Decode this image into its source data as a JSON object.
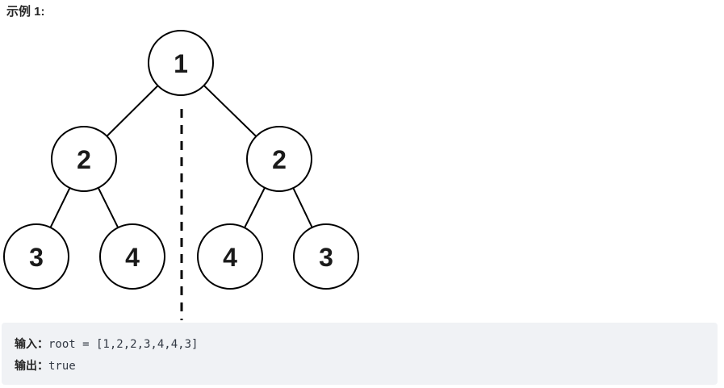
{
  "example": {
    "title": "示例 1:",
    "input_label": "输入：",
    "input_value": "root = [1,2,2,3,4,4,3]",
    "output_label": "输出：",
    "output_value": "true"
  },
  "tree": {
    "description": "symmetric binary tree with dashed vertical symmetry axis",
    "nodes": [
      {
        "id": "root",
        "value": "1"
      },
      {
        "id": "left",
        "value": "2"
      },
      {
        "id": "right",
        "value": "2"
      },
      {
        "id": "left-left",
        "value": "3"
      },
      {
        "id": "left-right",
        "value": "4"
      },
      {
        "id": "right-left",
        "value": "4"
      },
      {
        "id": "right-right",
        "value": "3"
      }
    ],
    "edges": [
      [
        "root",
        "left"
      ],
      [
        "root",
        "right"
      ],
      [
        "left",
        "left-left"
      ],
      [
        "left",
        "left-right"
      ],
      [
        "right",
        "right-left"
      ],
      [
        "right",
        "right-right"
      ]
    ],
    "colors": {
      "node_fill": "#ffffff",
      "node_stroke": "#000000",
      "edge_stroke": "#000000",
      "code_block_bg": "#f0f2f5"
    }
  }
}
